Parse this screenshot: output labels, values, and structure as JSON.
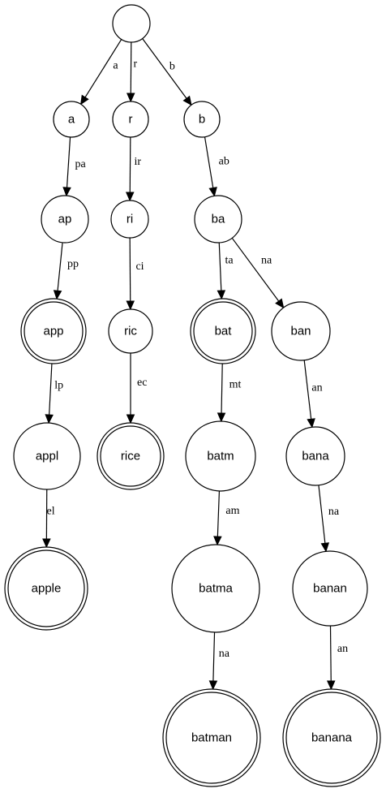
{
  "nodes": [
    {
      "id": "root",
      "label": "",
      "accepting": false
    },
    {
      "id": "a",
      "label": "a",
      "accepting": false
    },
    {
      "id": "r",
      "label": "r",
      "accepting": false
    },
    {
      "id": "b",
      "label": "b",
      "accepting": false
    },
    {
      "id": "ap",
      "label": "ap",
      "accepting": false
    },
    {
      "id": "app",
      "label": "app",
      "accepting": true
    },
    {
      "id": "appl",
      "label": "appl",
      "accepting": false
    },
    {
      "id": "apple",
      "label": "apple",
      "accepting": true
    },
    {
      "id": "ri",
      "label": "ri",
      "accepting": false
    },
    {
      "id": "ric",
      "label": "ric",
      "accepting": false
    },
    {
      "id": "rice",
      "label": "rice",
      "accepting": true
    },
    {
      "id": "ba",
      "label": "ba",
      "accepting": false
    },
    {
      "id": "bat",
      "label": "bat",
      "accepting": true
    },
    {
      "id": "batm",
      "label": "batm",
      "accepting": false
    },
    {
      "id": "batma",
      "label": "batma",
      "accepting": false
    },
    {
      "id": "batman",
      "label": "batman",
      "accepting": true
    },
    {
      "id": "ban",
      "label": "ban",
      "accepting": false
    },
    {
      "id": "bana",
      "label": "bana",
      "accepting": false
    },
    {
      "id": "banan",
      "label": "banan",
      "accepting": false
    },
    {
      "id": "banana",
      "label": "banana",
      "accepting": true
    }
  ],
  "edges": [
    {
      "from": "root",
      "to": "a",
      "label": "a"
    },
    {
      "from": "root",
      "to": "r",
      "label": "r"
    },
    {
      "from": "root",
      "to": "b",
      "label": "b"
    },
    {
      "from": "a",
      "to": "ap",
      "label": "pa"
    },
    {
      "from": "ap",
      "to": "app",
      "label": "pp"
    },
    {
      "from": "app",
      "to": "appl",
      "label": "lp"
    },
    {
      "from": "appl",
      "to": "apple",
      "label": "el"
    },
    {
      "from": "r",
      "to": "ri",
      "label": "ir"
    },
    {
      "from": "ri",
      "to": "ric",
      "label": "ci"
    },
    {
      "from": "ric",
      "to": "rice",
      "label": "ec"
    },
    {
      "from": "b",
      "to": "ba",
      "label": "ab"
    },
    {
      "from": "ba",
      "to": "bat",
      "label": "ta"
    },
    {
      "from": "ba",
      "to": "ban",
      "label": "na"
    },
    {
      "from": "bat",
      "to": "batm",
      "label": "mt"
    },
    {
      "from": "batm",
      "to": "batma",
      "label": "am"
    },
    {
      "from": "batma",
      "to": "batman",
      "label": "na"
    },
    {
      "from": "ban",
      "to": "bana",
      "label": "an"
    },
    {
      "from": "bana",
      "to": "banan",
      "label": "na"
    },
    {
      "from": "banan",
      "to": "banana",
      "label": "an"
    }
  ]
}
